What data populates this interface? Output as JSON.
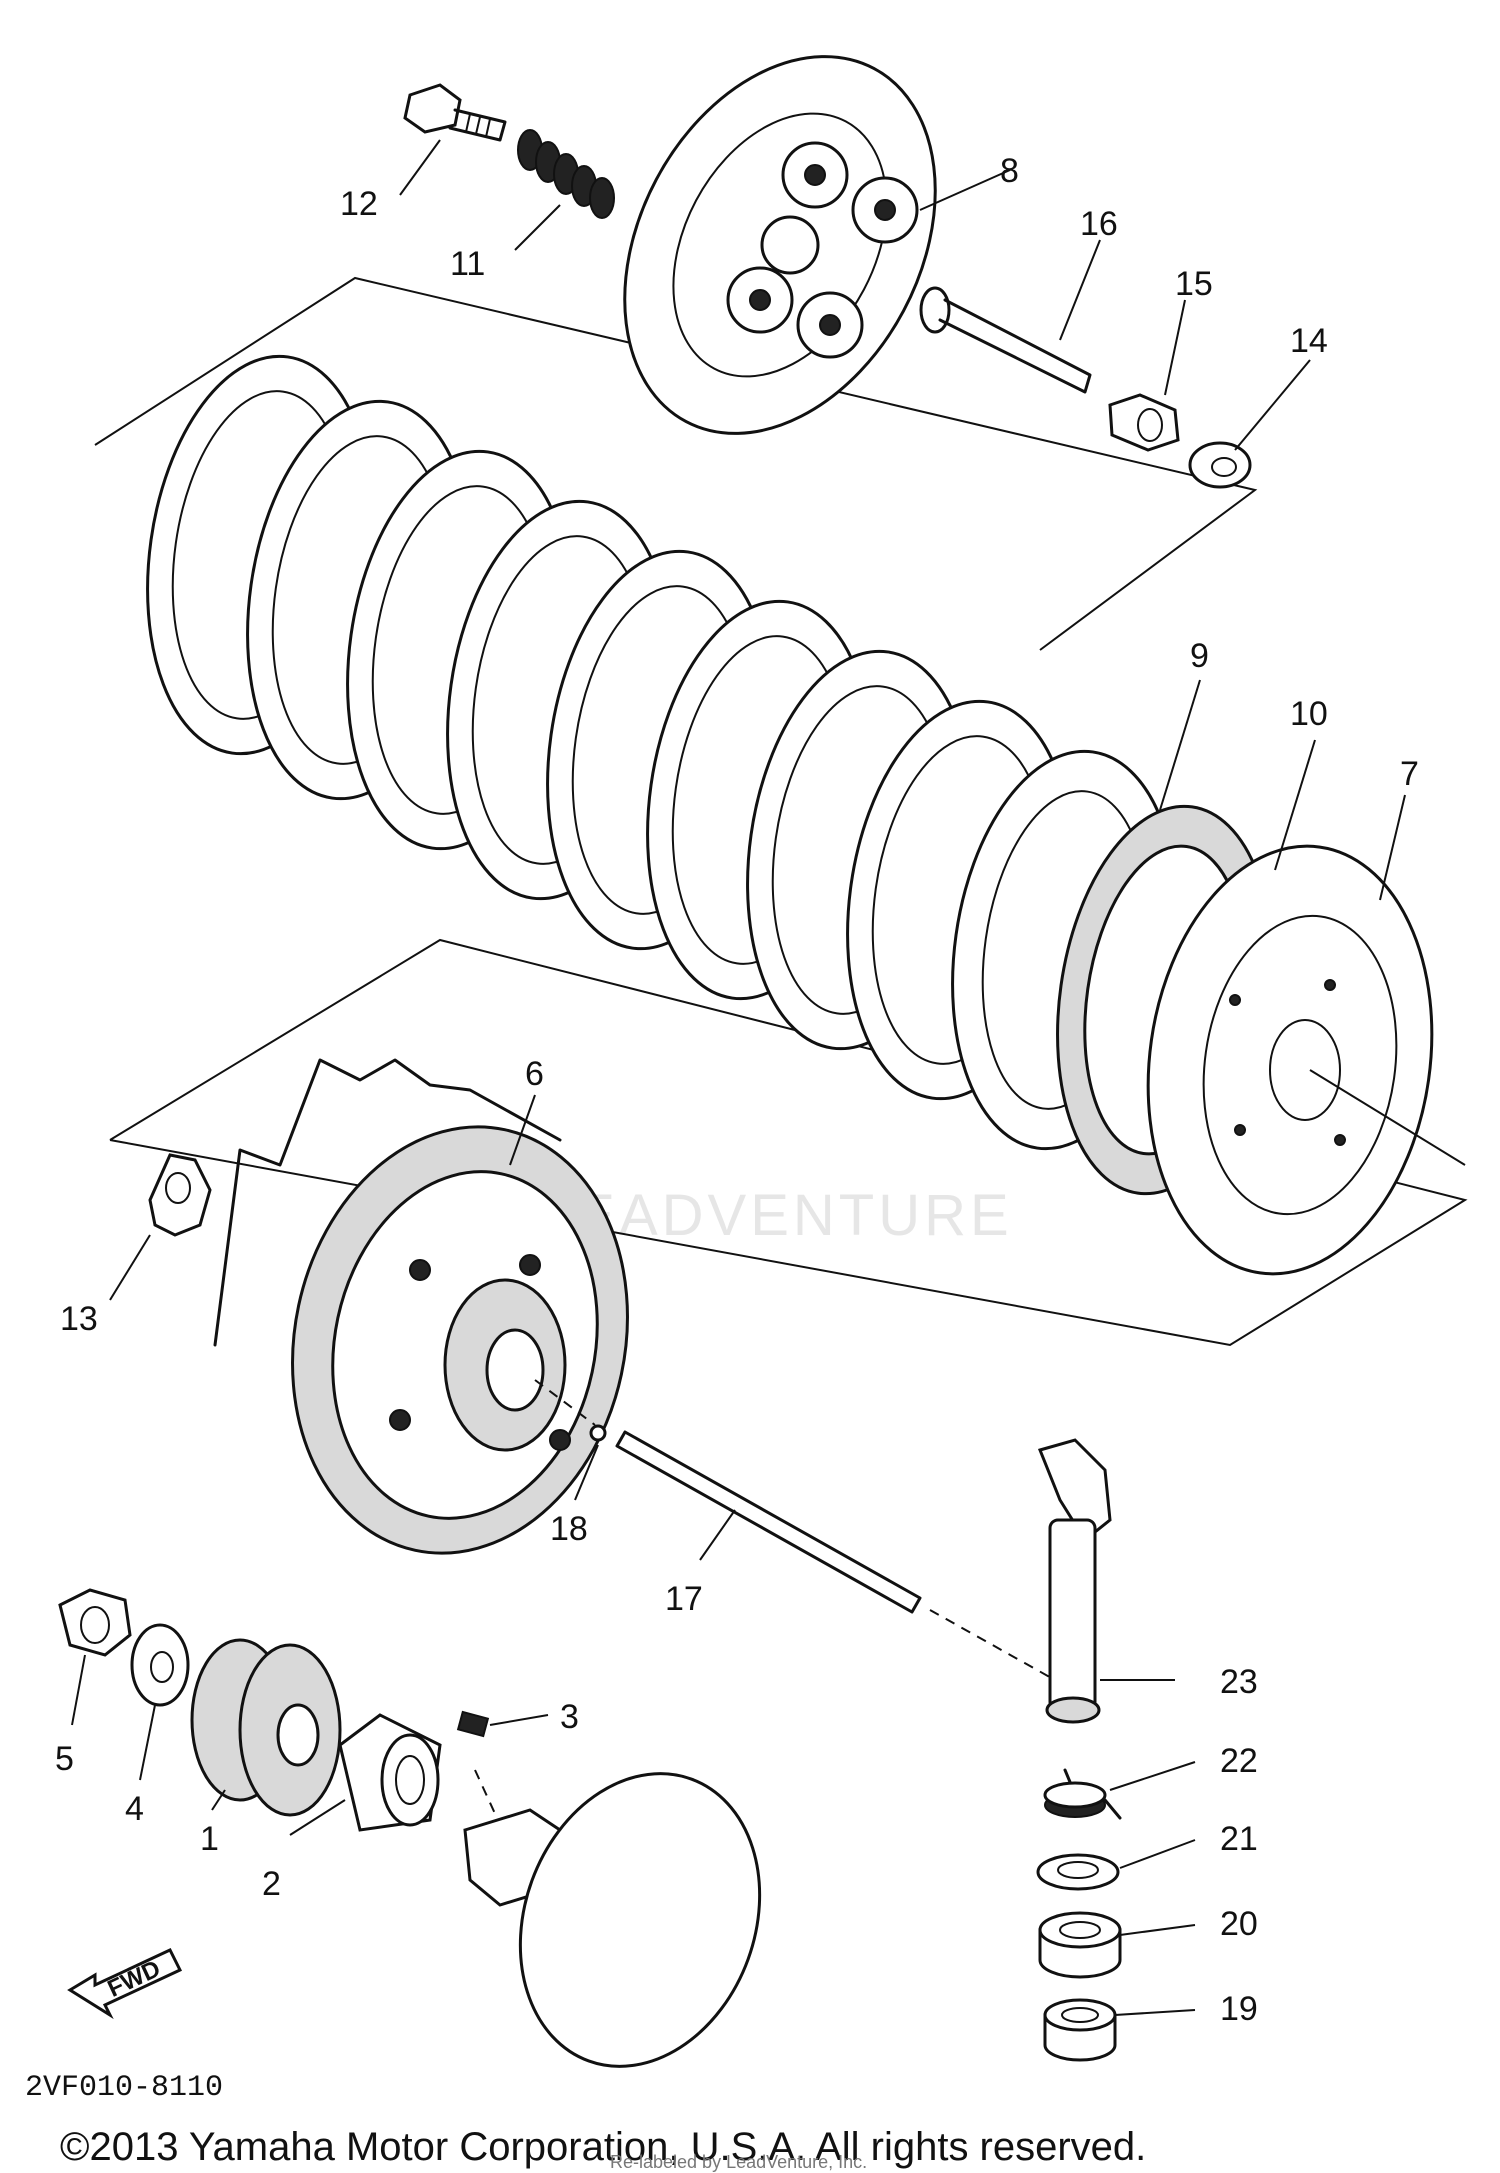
{
  "diagram": {
    "part_labels": [
      "1",
      "2",
      "3",
      "4",
      "5",
      "6",
      "7",
      "8",
      "9",
      "10",
      "11",
      "12",
      "13",
      "14",
      "15",
      "16",
      "17",
      "18",
      "19",
      "20",
      "21",
      "22",
      "23"
    ],
    "drawing_code": "2VF010-8110",
    "direction_marker": "FWD",
    "copyright": "©2013 Yamaha Motor Corporation, U.S.A. All rights reserved.",
    "watermark": "LEADVENTURE",
    "watermark_credit": "Re-labeled by LeadVenture, Inc."
  }
}
